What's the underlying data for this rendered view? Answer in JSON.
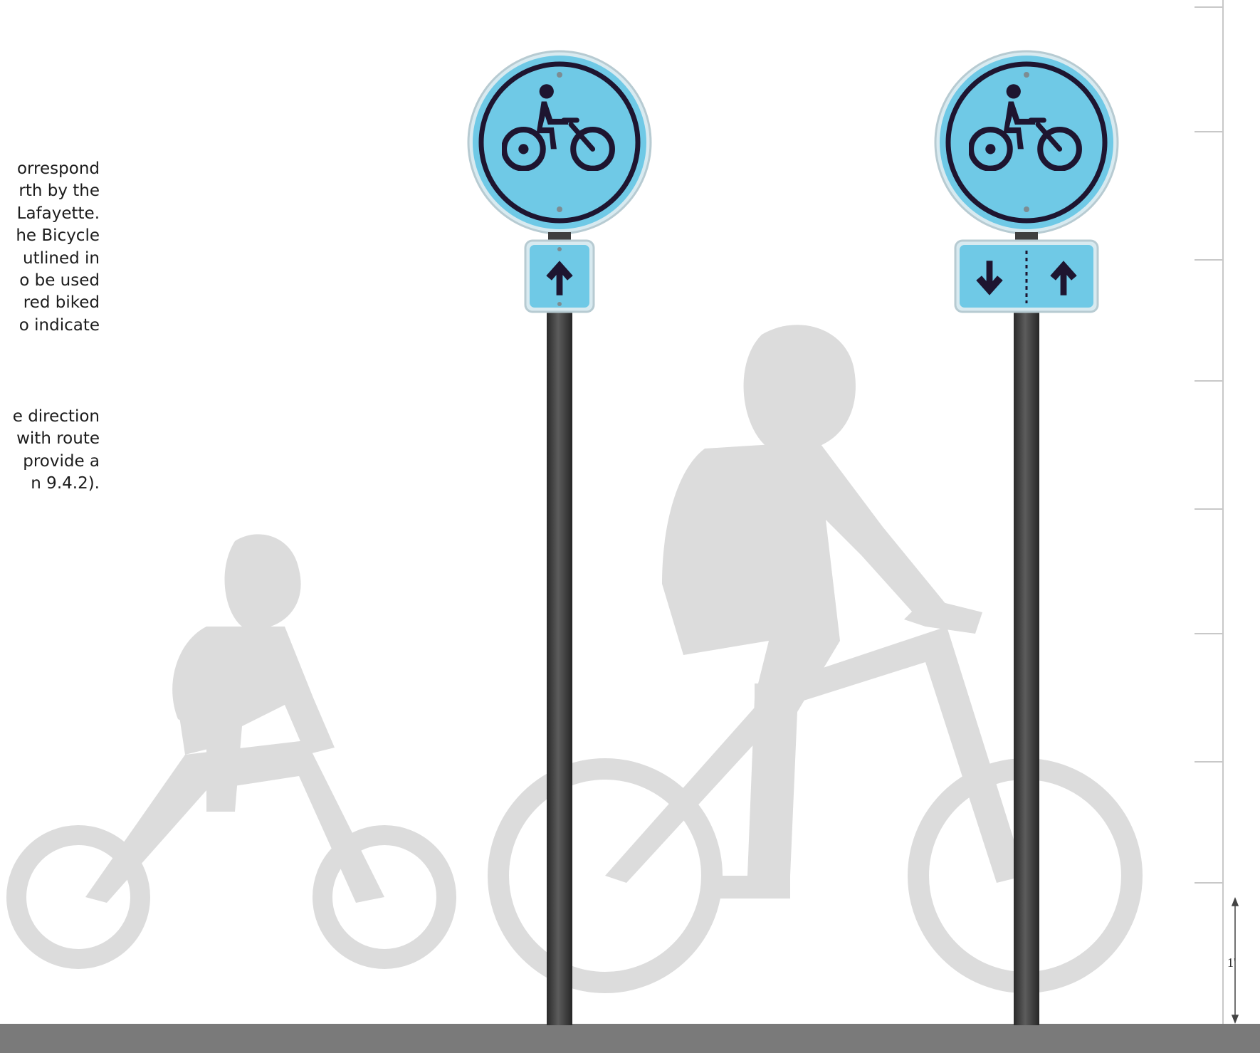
{
  "text_fragments": {
    "paragraph_1": [
      "orrespond",
      "rth by the",
      "Lafayette.",
      "he Bicycle",
      "utlined in",
      "o be used",
      "red biked",
      "o indicate"
    ],
    "paragraph_2": [
      "e direction",
      "with route",
      "provide a",
      "n 9.4.2)."
    ]
  },
  "signs": [
    {
      "name": "one-way-sign",
      "symbol": "bicycle-rider-icon",
      "plaque_arrows": [
        "up-arrow-icon"
      ]
    },
    {
      "name": "two-way-sign",
      "symbol": "bicycle-rider-icon",
      "plaque_arrows": [
        "down-arrow-icon",
        "up-arrow-icon"
      ]
    }
  ],
  "dimension": {
    "label": "1'"
  },
  "colors": {
    "sign_blue": "#6fc9e6",
    "sign_ink": "#1e1530",
    "pole": "#3f3f3f",
    "ground": "#7a7a7a",
    "silhouette": "#dcdcdc"
  }
}
